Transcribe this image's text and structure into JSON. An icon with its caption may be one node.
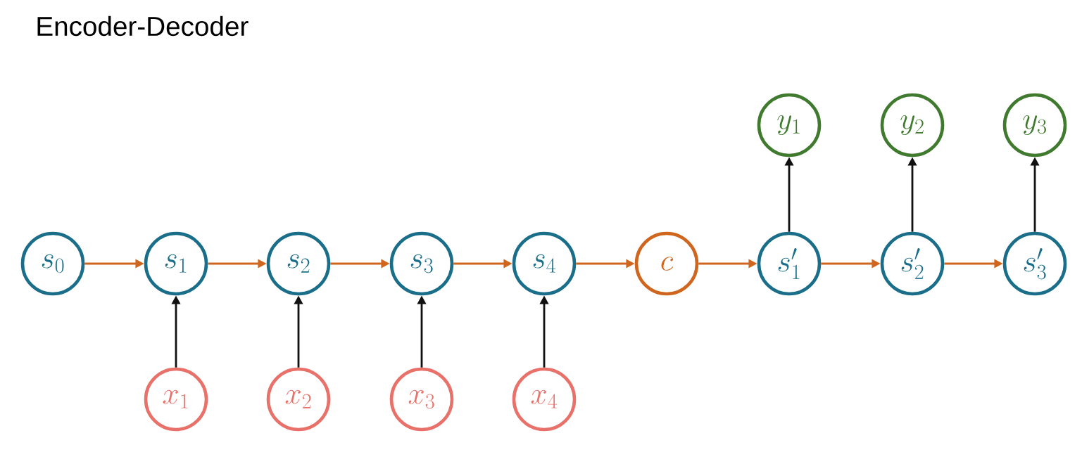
{
  "diagram": {
    "title": "Encoder-Decoder",
    "nodes": [
      {
        "text": [
          "y_1"
        ]
      },
      {
        "text": [
          "y_2"
        ]
      },
      {
        "text": [
          "y_3"
        ]
      },
      {
        "text": [
          "s_0"
        ]
      },
      {
        "text": [
          "s_1"
        ]
      },
      {
        "text": [
          "s_2"
        ]
      },
      {
        "text": [
          "s_3"
        ]
      },
      {
        "text": [
          "s_4"
        ]
      },
      {
        "text": [
          "c"
        ]
      },
      {
        "text": [
          "s'_1"
        ]
      },
      {
        "text": [
          "s'_2"
        ]
      },
      {
        "text": [
          "s'_3"
        ]
      },
      {
        "text": [
          "x_1"
        ]
      },
      {
        "text": [
          "x_2"
        ]
      },
      {
        "text": [
          "x_3"
        ]
      },
      {
        "text": [
          "x_4"
        ]
      }
    ],
    "edges": [
      {
        "from": 3,
        "to": 4,
        "arrow": "to"
      },
      {
        "from": 4,
        "to": 5,
        "arrow": "to"
      },
      {
        "from": 5,
        "to": 6,
        "arrow": "to"
      },
      {
        "from": 6,
        "to": 7,
        "arrow": "to"
      },
      {
        "from": 7,
        "to": 8,
        "arrow": "to"
      },
      {
        "from": 8,
        "to": 9,
        "arrow": "to"
      },
      {
        "from": 9,
        "to": 10,
        "arrow": "to"
      },
      {
        "from": 10,
        "to": 11,
        "arrow": "to"
      },
      {
        "from": 12,
        "to": 4,
        "arrow": "to",
        "color": "#111111"
      },
      {
        "from": 13,
        "to": 5,
        "arrow": "to",
        "color": "#111111"
      },
      {
        "from": 14,
        "to": 6,
        "arrow": "to",
        "color": "#111111"
      },
      {
        "from": 15,
        "to": 7,
        "arrow": "to",
        "color": "#111111"
      },
      {
        "from": 9,
        "to": 0,
        "arrow": "to",
        "color": "#111111"
      },
      {
        "from": 10,
        "to": 1,
        "arrow": "to",
        "color": "#111111"
      },
      {
        "from": 11,
        "to": 2,
        "arrow": "to",
        "color": "#111111"
      }
    ]
  }
}
